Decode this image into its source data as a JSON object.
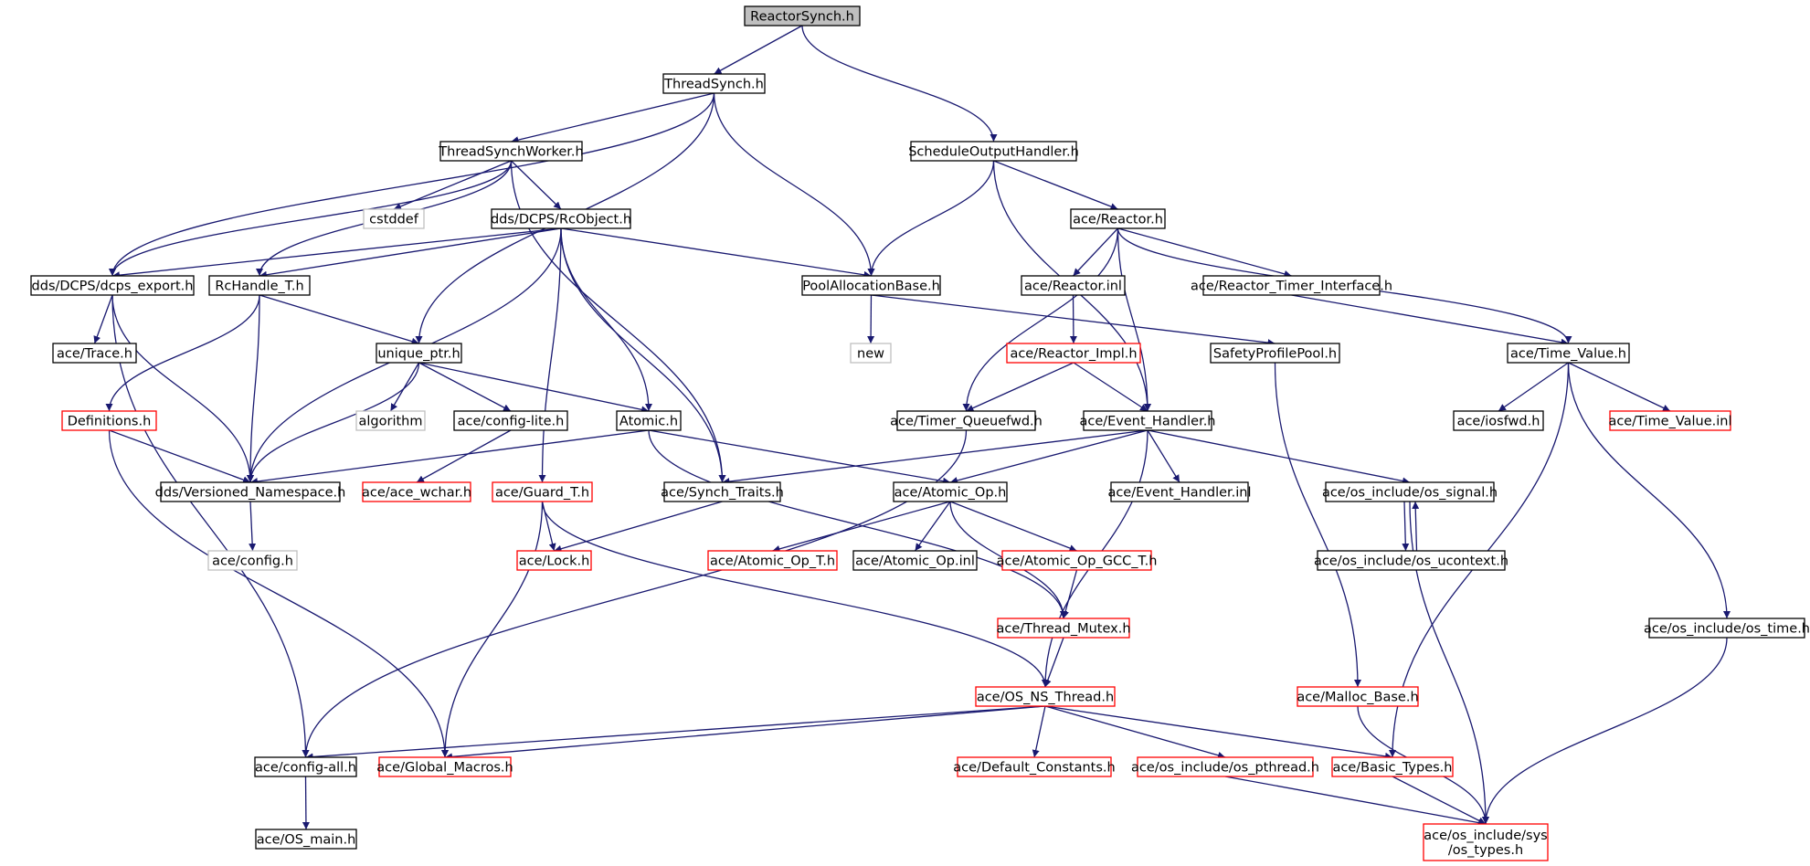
{
  "graph": {
    "title": "ReactorSynch.h",
    "colors": {
      "edge": "#191970",
      "normal_border": "#000000",
      "incomplete_border": "#ff0000",
      "external_border": "#bfbfbf",
      "root_fill": "#bfbfbf",
      "node_fill": "#ffffff",
      "text": "#000000"
    },
    "nodes": [
      {
        "id": "reactorsynch",
        "label": "ReactorSynch.h",
        "kind": "root"
      },
      {
        "id": "threadsynch",
        "label": "ThreadSynch.h",
        "kind": "normal"
      },
      {
        "id": "threadsynchworker",
        "label": "ThreadSynchWorker.h",
        "kind": "normal"
      },
      {
        "id": "scheduleoutput",
        "label": "ScheduleOutputHandler.h",
        "kind": "normal"
      },
      {
        "id": "cstddef",
        "label": "cstddef",
        "kind": "external"
      },
      {
        "id": "rcobject",
        "label": "dds/DCPS/RcObject.h",
        "kind": "normal"
      },
      {
        "id": "reactor",
        "label": "ace/Reactor.h",
        "kind": "normal"
      },
      {
        "id": "dcps_export",
        "label": "dds/DCPS/dcps_export.h",
        "kind": "normal"
      },
      {
        "id": "rchandle",
        "label": "RcHandle_T.h",
        "kind": "normal"
      },
      {
        "id": "poolalloc",
        "label": "PoolAllocationBase.h",
        "kind": "normal"
      },
      {
        "id": "reactor_inl",
        "label": "ace/Reactor.inl",
        "kind": "normal"
      },
      {
        "id": "reactor_timer",
        "label": "ace/Reactor_Timer_Interface.h",
        "kind": "normal"
      },
      {
        "id": "trace",
        "label": "ace/Trace.h",
        "kind": "normal"
      },
      {
        "id": "unique_ptr",
        "label": "unique_ptr.h",
        "kind": "normal"
      },
      {
        "id": "new",
        "label": "new",
        "kind": "external"
      },
      {
        "id": "reactor_impl",
        "label": "ace/Reactor_Impl.h",
        "kind": "incomplete"
      },
      {
        "id": "safetyprofile",
        "label": "SafetyProfilePool.h",
        "kind": "normal"
      },
      {
        "id": "time_value",
        "label": "ace/Time_Value.h",
        "kind": "normal"
      },
      {
        "id": "definitions",
        "label": "Definitions.h",
        "kind": "incomplete"
      },
      {
        "id": "algorithm",
        "label": "algorithm",
        "kind": "external"
      },
      {
        "id": "config_lite",
        "label": "ace/config-lite.h",
        "kind": "normal"
      },
      {
        "id": "atomic",
        "label": "Atomic.h",
        "kind": "normal"
      },
      {
        "id": "timer_queuefwd",
        "label": "ace/Timer_Queuefwd.h",
        "kind": "normal"
      },
      {
        "id": "event_handler",
        "label": "ace/Event_Handler.h",
        "kind": "normal"
      },
      {
        "id": "iosfwd",
        "label": "ace/iosfwd.h",
        "kind": "normal"
      },
      {
        "id": "time_value_inl",
        "label": "ace/Time_Value.inl",
        "kind": "incomplete"
      },
      {
        "id": "versioned_ns",
        "label": "dds/Versioned_Namespace.h",
        "kind": "normal"
      },
      {
        "id": "ace_wchar",
        "label": "ace/ace_wchar.h",
        "kind": "incomplete"
      },
      {
        "id": "guard_t",
        "label": "ace/Guard_T.h",
        "kind": "incomplete"
      },
      {
        "id": "synch_traits",
        "label": "ace/Synch_Traits.h",
        "kind": "normal"
      },
      {
        "id": "atomic_op",
        "label": "ace/Atomic_Op.h",
        "kind": "normal"
      },
      {
        "id": "event_handler_inl",
        "label": "ace/Event_Handler.inl",
        "kind": "normal"
      },
      {
        "id": "os_signal",
        "label": "ace/os_include/os_signal.h",
        "kind": "normal"
      },
      {
        "id": "config_h",
        "label": "ace/config.h",
        "kind": "external"
      },
      {
        "id": "lock",
        "label": "ace/Lock.h",
        "kind": "incomplete"
      },
      {
        "id": "atomic_op_t",
        "label": "ace/Atomic_Op_T.h",
        "kind": "incomplete"
      },
      {
        "id": "atomic_op_inl",
        "label": "ace/Atomic_Op.inl",
        "kind": "normal"
      },
      {
        "id": "atomic_op_gcc",
        "label": "ace/Atomic_Op_GCC_T.h",
        "kind": "incomplete"
      },
      {
        "id": "os_ucontext",
        "label": "ace/os_include/os_ucontext.h",
        "kind": "normal"
      },
      {
        "id": "thread_mutex",
        "label": "ace/Thread_Mutex.h",
        "kind": "incomplete"
      },
      {
        "id": "os_time",
        "label": "ace/os_include/os_time.h",
        "kind": "normal"
      },
      {
        "id": "os_ns_thread",
        "label": "ace/OS_NS_Thread.h",
        "kind": "incomplete"
      },
      {
        "id": "malloc_base",
        "label": "ace/Malloc_Base.h",
        "kind": "incomplete"
      },
      {
        "id": "config_all",
        "label": "ace/config-all.h",
        "kind": "normal"
      },
      {
        "id": "global_macros",
        "label": "ace/Global_Macros.h",
        "kind": "incomplete"
      },
      {
        "id": "default_constants",
        "label": "ace/Default_Constants.h",
        "kind": "incomplete"
      },
      {
        "id": "os_pthread",
        "label": "ace/os_include/os_pthread.h",
        "kind": "incomplete"
      },
      {
        "id": "basic_types",
        "label": "ace/Basic_Types.h",
        "kind": "incomplete"
      },
      {
        "id": "os_main",
        "label": "ace/OS_main.h",
        "kind": "normal"
      },
      {
        "id": "sys_os_types",
        "label": "ace/os_include/sys\n/os_types.h",
        "kind": "incomplete"
      }
    ],
    "edges": [
      [
        "reactorsynch",
        "threadsynch"
      ],
      [
        "reactorsynch",
        "scheduleoutput"
      ],
      [
        "threadsynch",
        "threadsynchworker"
      ],
      [
        "threadsynch",
        "dcps_export"
      ],
      [
        "threadsynch",
        "poolalloc"
      ],
      [
        "threadsynch",
        "unique_ptr"
      ],
      [
        "threadsynchworker",
        "cstddef"
      ],
      [
        "threadsynchworker",
        "rcobject"
      ],
      [
        "threadsynchworker",
        "dcps_export"
      ],
      [
        "threadsynchworker",
        "rchandle"
      ],
      [
        "threadsynchworker",
        "synch_traits"
      ],
      [
        "scheduleoutput",
        "reactor"
      ],
      [
        "scheduleoutput",
        "poolalloc"
      ],
      [
        "scheduleoutput",
        "event_handler"
      ],
      [
        "rcobject",
        "dcps_export"
      ],
      [
        "rcobject",
        "rchandle"
      ],
      [
        "rcobject",
        "poolalloc"
      ],
      [
        "rcobject",
        "versioned_ns"
      ],
      [
        "rcobject",
        "atomic"
      ],
      [
        "rcobject",
        "guard_t"
      ],
      [
        "rcobject",
        "synch_traits"
      ],
      [
        "reactor",
        "reactor_inl"
      ],
      [
        "reactor",
        "reactor_timer"
      ],
      [
        "reactor",
        "time_value"
      ],
      [
        "reactor",
        "timer_queuefwd"
      ],
      [
        "reactor",
        "event_handler"
      ],
      [
        "dcps_export",
        "trace"
      ],
      [
        "dcps_export",
        "versioned_ns"
      ],
      [
        "dcps_export",
        "config_all"
      ],
      [
        "rchandle",
        "unique_ptr"
      ],
      [
        "rchandle",
        "definitions"
      ],
      [
        "rchandle",
        "versioned_ns"
      ],
      [
        "poolalloc",
        "new"
      ],
      [
        "poolalloc",
        "safetyprofile"
      ],
      [
        "reactor_inl",
        "reactor_impl"
      ],
      [
        "reactor_timer",
        "time_value"
      ],
      [
        "unique_ptr",
        "algorithm"
      ],
      [
        "unique_ptr",
        "config_lite"
      ],
      [
        "unique_ptr",
        "atomic"
      ],
      [
        "unique_ptr",
        "versioned_ns"
      ],
      [
        "reactor_impl",
        "timer_queuefwd"
      ],
      [
        "reactor_impl",
        "event_handler"
      ],
      [
        "safetyprofile",
        "malloc_base"
      ],
      [
        "time_value",
        "iosfwd"
      ],
      [
        "time_value",
        "time_value_inl"
      ],
      [
        "time_value",
        "os_time"
      ],
      [
        "time_value",
        "basic_types"
      ],
      [
        "definitions",
        "versioned_ns"
      ],
      [
        "definitions",
        "global_macros"
      ],
      [
        "config_lite",
        "ace_wchar"
      ],
      [
        "atomic",
        "versioned_ns"
      ],
      [
        "atomic",
        "atomic_op"
      ],
      [
        "atomic",
        "thread_mutex"
      ],
      [
        "timer_queuefwd",
        "config_all"
      ],
      [
        "event_handler",
        "synch_traits"
      ],
      [
        "event_handler",
        "atomic_op"
      ],
      [
        "event_handler",
        "event_handler_inl"
      ],
      [
        "event_handler",
        "os_signal"
      ],
      [
        "event_handler",
        "os_ns_thread"
      ],
      [
        "versioned_ns",
        "config_h"
      ],
      [
        "guard_t",
        "lock"
      ],
      [
        "guard_t",
        "global_macros"
      ],
      [
        "guard_t",
        "os_ns_thread"
      ],
      [
        "synch_traits",
        "lock"
      ],
      [
        "atomic_op",
        "atomic_op_t"
      ],
      [
        "atomic_op",
        "atomic_op_inl"
      ],
      [
        "atomic_op",
        "atomic_op_gcc"
      ],
      [
        "atomic_op",
        "thread_mutex"
      ],
      [
        "os_signal",
        "os_ucontext"
      ],
      [
        "os_signal",
        "sys_os_types"
      ],
      [
        "os_ucontext",
        "os_signal"
      ],
      [
        "atomic_op_gcc",
        "thread_mutex"
      ],
      [
        "thread_mutex",
        "os_ns_thread"
      ],
      [
        "os_time",
        "sys_os_types"
      ],
      [
        "os_ns_thread",
        "config_all"
      ],
      [
        "os_ns_thread",
        "global_macros"
      ],
      [
        "os_ns_thread",
        "default_constants"
      ],
      [
        "os_ns_thread",
        "os_pthread"
      ],
      [
        "os_ns_thread",
        "basic_types"
      ],
      [
        "malloc_base",
        "sys_os_types"
      ],
      [
        "config_all",
        "os_main"
      ],
      [
        "os_pthread",
        "sys_os_types"
      ],
      [
        "basic_types",
        "sys_os_types"
      ]
    ]
  }
}
